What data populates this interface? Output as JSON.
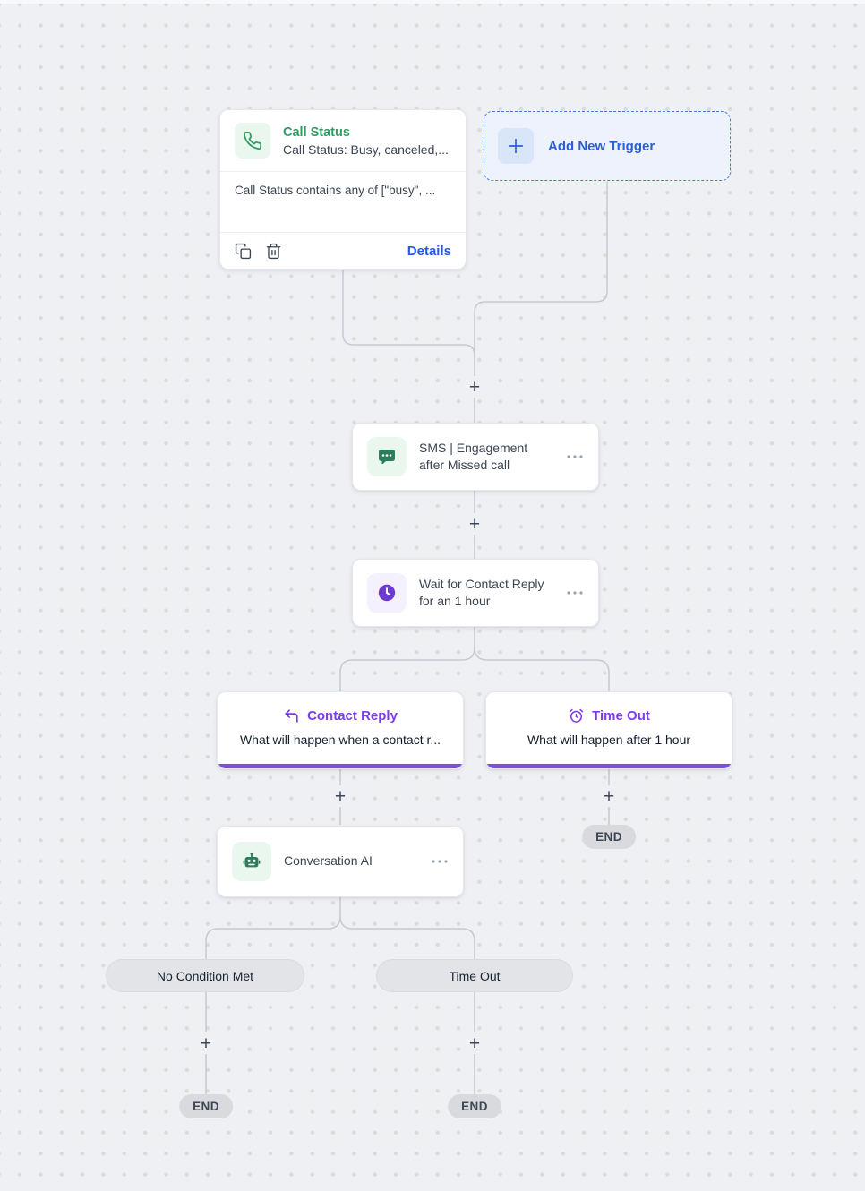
{
  "colors": {
    "canvas_bg": "#eef0f4",
    "dot": "#dcdbd6",
    "connector": "#c6c9cf",
    "green": "#2f9c62",
    "green_icon": "#2e7d5a",
    "green_chip_bg": "#e9f7ef",
    "blue": "#2c5ed6",
    "blue_chip_bg": "#d9e5f8",
    "details_blue": "#2457e6",
    "purple": "#7c3aed",
    "purple_accent_bar": "#7c4fe0",
    "purple_icon": "#6d3bd1",
    "purple_chip_bg": "#f4f0fd",
    "end_badge_bg": "#d8dade",
    "condition_pill_bg": "#e3e4e8"
  },
  "trigger_card": {
    "title": "Call Status",
    "subtitle": "Call Status: Busy, canceled,...",
    "body": "Call Status contains any of [\"busy\", ...",
    "details_label": "Details"
  },
  "add_trigger": {
    "label": "Add New Trigger"
  },
  "nodes": {
    "sms": {
      "title": "SMS | Engagement after Missed call"
    },
    "wait": {
      "title": "Wait for Contact Reply for an 1 hour"
    },
    "conversation_ai": {
      "title": "Conversation AI"
    }
  },
  "branches": {
    "contact_reply": {
      "title": "Contact Reply",
      "subtitle": "What will happen when a contact r..."
    },
    "time_out": {
      "title": "Time Out",
      "subtitle": "What will happen after 1 hour"
    }
  },
  "condition_labels": {
    "no_condition_met": "No Condition Met",
    "time_out": "Time Out"
  },
  "ui": {
    "plus": "+",
    "end": "END"
  }
}
